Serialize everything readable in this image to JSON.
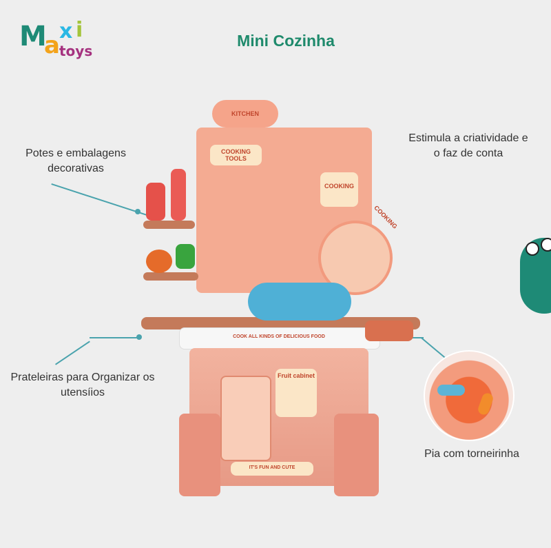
{
  "logo": {
    "text_top": "Maxi",
    "text_bottom": "toys"
  },
  "title": "Mini Cozinha",
  "callouts": {
    "potes": "Potes e embalagens decorativas",
    "estimula": "Estimula a criatividade e o faz de conta",
    "prateleiras": "Prateleiras para Organizar os utensíios",
    "pia": "Pia com torneirinha"
  },
  "product_labels": [
    "KITCHEN",
    "COOKING TOOLS",
    "COOKING",
    "COOKING",
    "COOK ALL KINDS OF DELICIOUS FOOD",
    "Fruit cabinet",
    "IT'S FUN AND CUTE"
  ],
  "colors": {
    "title": "#1f8a6c",
    "line": "#4aa3ad",
    "kitchen": "#f2a48c",
    "background": "#eeeeee"
  }
}
